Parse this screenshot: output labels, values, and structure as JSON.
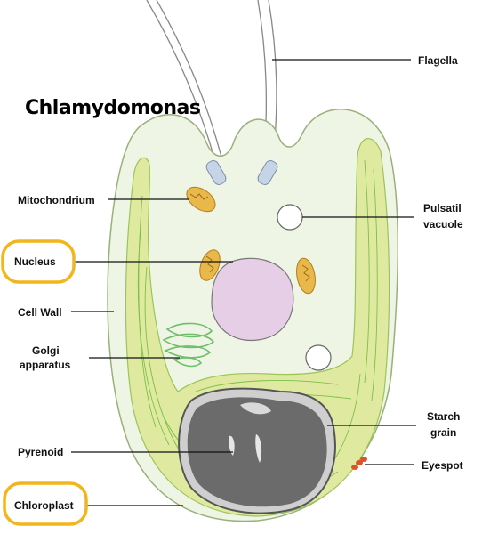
{
  "title": "Chlamydomonas",
  "labels": {
    "flagella": "Flagella",
    "mitochondrium": "Mitochondrium",
    "pulsatil_vacuole_1": "Pulsatil",
    "pulsatil_vacuole_2": "vacuole",
    "nucleus": "Nucleus",
    "cell_wall": "Cell Wall",
    "golgi_1": "Golgi",
    "golgi_2": "apparatus",
    "starch_grain_1": "Starch",
    "starch_grain_2": "grain",
    "pyrenoid": "Pyrenoid",
    "eyespot": "Eyespot",
    "chloroplast": "Chloroplast"
  },
  "colors": {
    "cell_fill": "#eef5e4",
    "chloroplast": "#dfeaa0",
    "chloroplast_lines": "#7cbf4a",
    "nucleus": "#e6cfe6",
    "mitochondria": "#e8b84a",
    "pyrenoid": "#6b6b6b",
    "eyespot": "#d9532b",
    "highlight_ring": "#f2b51e"
  }
}
